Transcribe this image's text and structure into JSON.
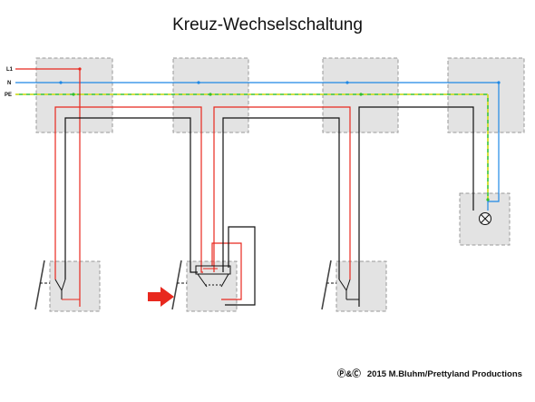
{
  "diagram": {
    "title": "Kreuz-Wechselschaltung",
    "legend": {
      "l1": "L1",
      "n": "N",
      "pe": "PE"
    },
    "footer": {
      "symbols": "Ⓟ&Ⓒ",
      "text": "2015  M.Bluhm/Prettyland Productions"
    },
    "colors": {
      "phase": "#e8281e",
      "neutral": "#1e88e5",
      "switched": "#111111",
      "earth_green": "#38c438",
      "earth_yellow": "#e8e02a",
      "arrow": "#e8281e",
      "box_fill": "#e3e3e3"
    },
    "icons": {
      "lamp": "lamp-icon",
      "arrow": "arrow-right-icon"
    }
  }
}
